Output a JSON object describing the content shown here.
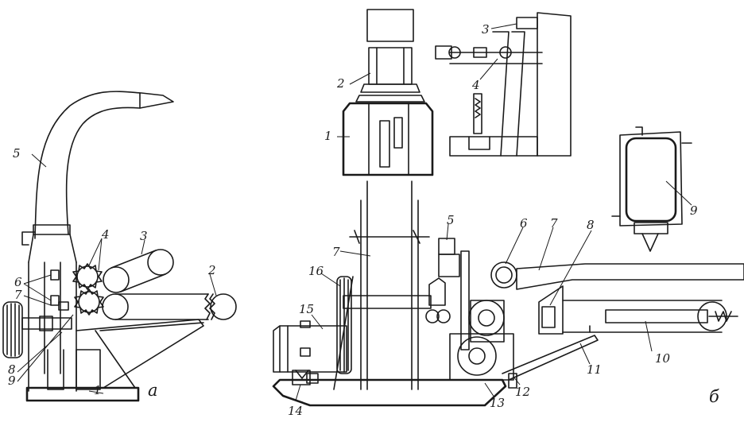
{
  "diagram": {
    "left_caption": "а",
    "right_caption": "б",
    "left_labels": {
      "l1": "1",
      "l2": "2",
      "l3": "3",
      "l4": "4",
      "l5": "5",
      "l6": "6",
      "l7": "7",
      "l8": "8",
      "l9": "9"
    },
    "right_labels": {
      "r1": "1",
      "r2": "2",
      "r3": "3",
      "r4": "4",
      "r5": "5",
      "r6": "6",
      "r7": "7",
      "r8": "8",
      "r9": "9",
      "r10": "10",
      "r11": "11",
      "r12": "12",
      "r13": "13",
      "r14": "14",
      "r15": "15",
      "r16": "16"
    }
  }
}
